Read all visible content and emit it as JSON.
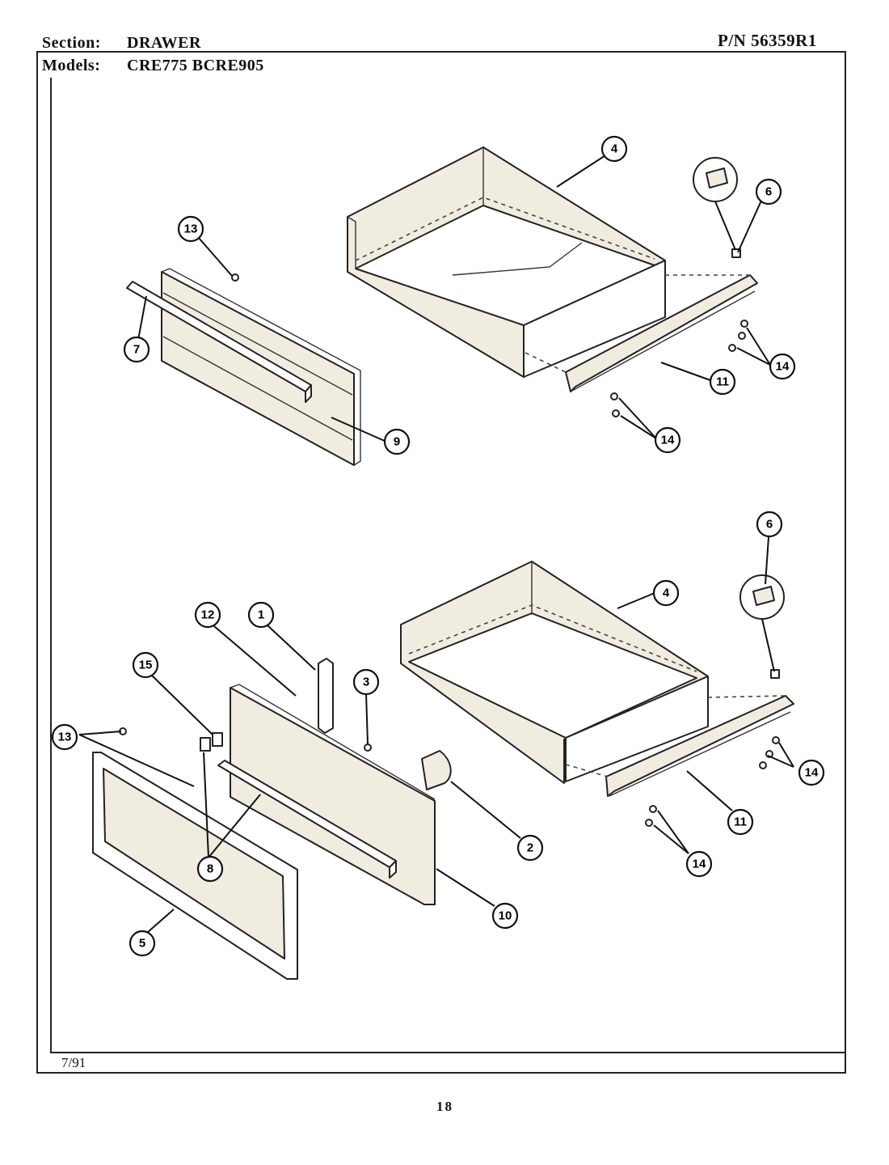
{
  "header": {
    "section_label": "Section:",
    "section_value": "DRAWER",
    "part_number": "P/N 56359R1",
    "models_label": "Models:",
    "models_value": "CRE775  BCRE905"
  },
  "footer": {
    "date": "7/91",
    "page_number": "18"
  },
  "callouts": {
    "c1": "1",
    "c2": "2",
    "c3": "3",
    "c4": "4",
    "c5": "5",
    "c6": "6",
    "c7": "7",
    "c8": "8",
    "c9": "9",
    "c10": "10",
    "c11": "11",
    "c12": "12",
    "c13": "13",
    "c14": "14",
    "c15": "15"
  }
}
